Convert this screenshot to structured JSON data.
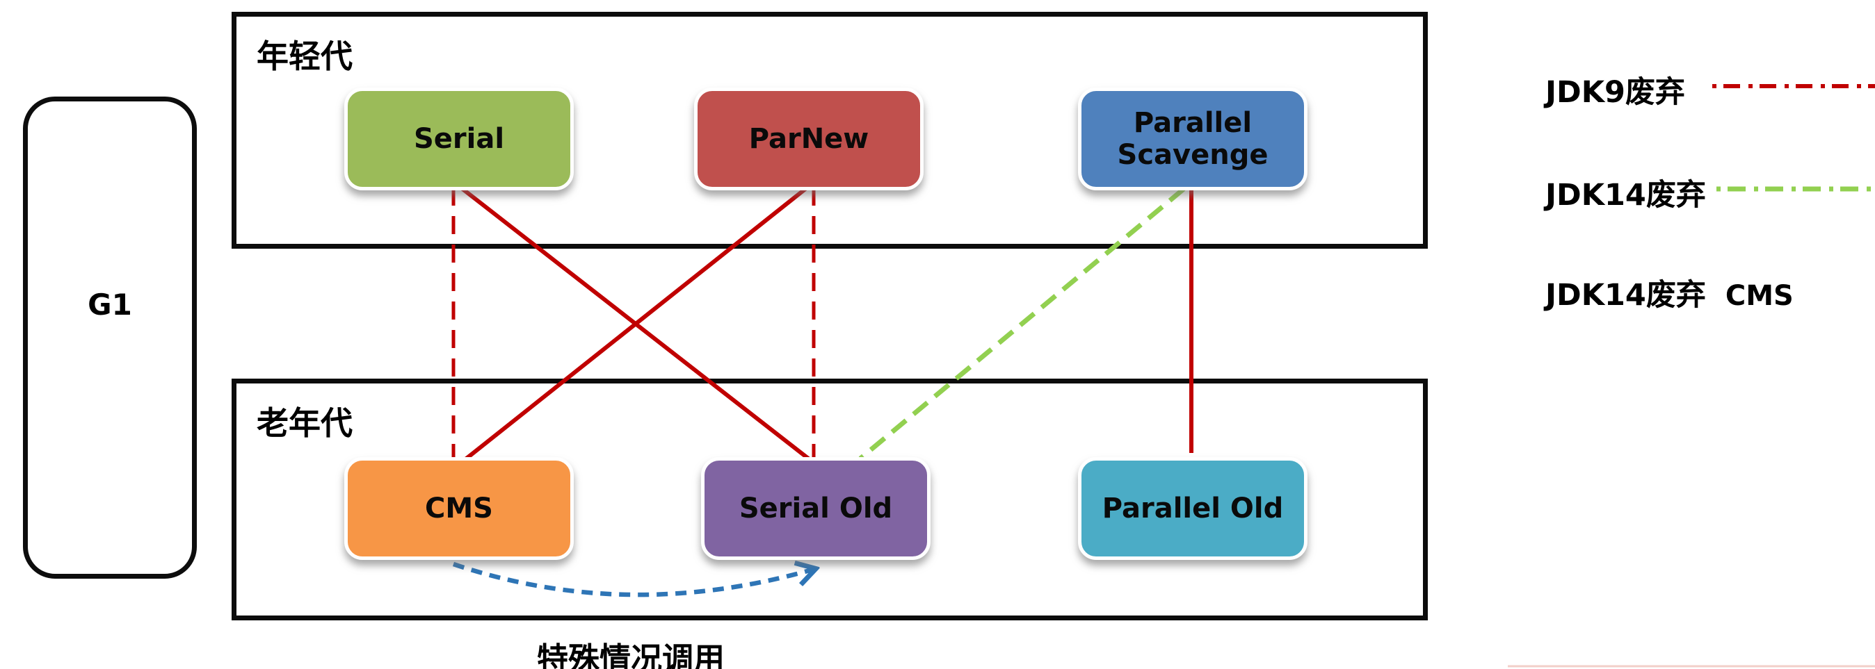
{
  "colors": {
    "red": "#C00000",
    "green": "#92D050",
    "blue": "#2E75B6",
    "serial_green": "#9BBB59",
    "parnew_red": "#C0504D",
    "parallel_scavenge_blue": "#4F81BD",
    "cms_orange": "#F79646",
    "serial_old_purple": "#8064A2",
    "parallel_old_teal": "#4BACC6",
    "region_border": "#0C0C0C",
    "bottom_artifact": "#F2CFC9"
  },
  "diagram": {
    "g1_label": "G1",
    "young_region_label": "年轻代",
    "old_region_label": "老年代",
    "special_case_label": "特殊情况调用",
    "collectors": {
      "serial": "Serial",
      "parnew": "ParNew",
      "parallel_scavenge": "Parallel Scavenge",
      "cms": "CMS",
      "serial_old": "Serial Old",
      "parallel_old": "Parallel Old"
    },
    "edges": [
      {
        "from": "Serial",
        "to": "Serial Old",
        "style": "solid",
        "color": "#C00000"
      },
      {
        "from": "ParNew",
        "to": "CMS",
        "style": "solid",
        "color": "#C00000"
      },
      {
        "from": "Serial",
        "to": "CMS",
        "style": "dashed",
        "color": "#C00000",
        "note": "JDK9废弃"
      },
      {
        "from": "ParNew",
        "to": "Serial Old",
        "style": "dashed",
        "color": "#C00000",
        "note": "JDK9废弃"
      },
      {
        "from": "Parallel Scavenge",
        "to": "Serial Old",
        "style": "dashed",
        "color": "#92D050",
        "note": "JDK14废弃"
      },
      {
        "from": "Parallel Scavenge",
        "to": "Parallel Old",
        "style": "solid",
        "color": "#C00000"
      },
      {
        "from": "CMS",
        "to": "Serial Old",
        "style": "dashed-curved-arrow",
        "color": "#2E75B6",
        "note": "特殊情况调用"
      }
    ]
  },
  "legend": {
    "items": [
      {
        "label": "JDK9废弃",
        "line_style": "dashed",
        "line_color": "#C00000"
      },
      {
        "label": "JDK14废弃",
        "line_style": "dashed",
        "line_color": "#92D050"
      },
      {
        "label": "JDK14废弃",
        "suffix": "CMS",
        "line_style": "none",
        "line_color": ""
      }
    ]
  }
}
